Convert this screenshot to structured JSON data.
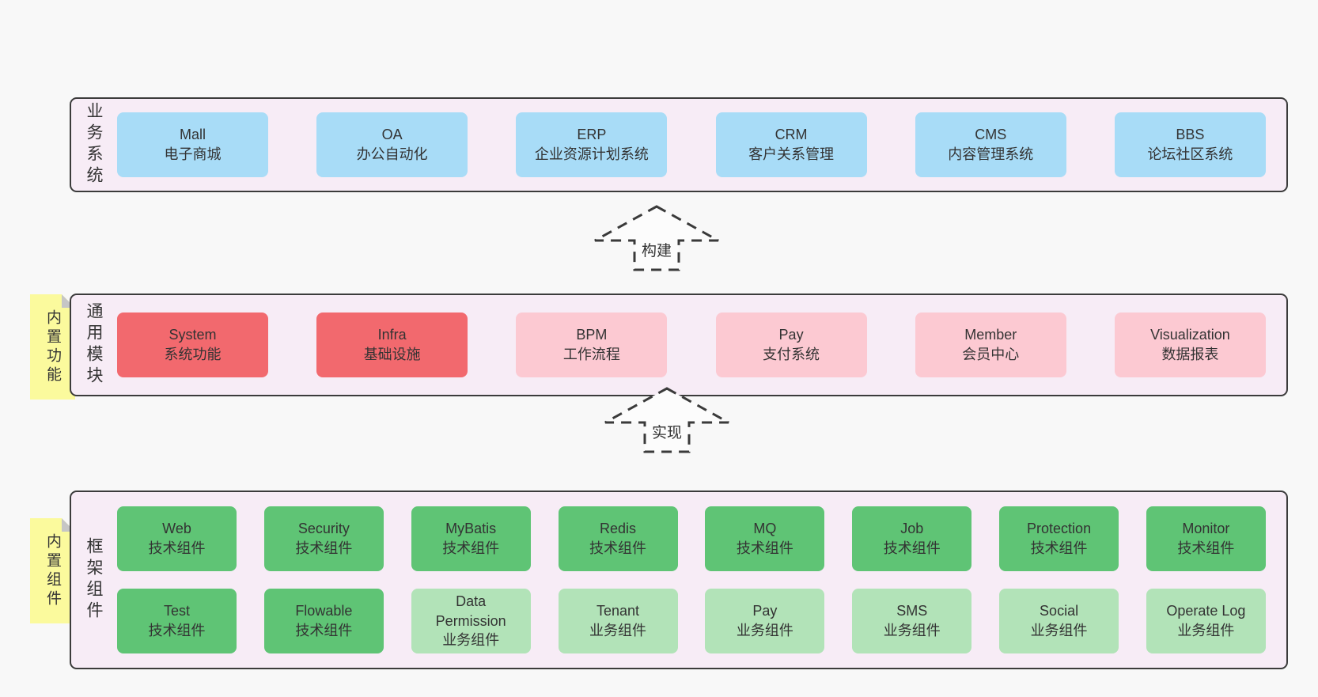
{
  "page": {
    "background": "#f8f8f8"
  },
  "colors": {
    "panel_fill": "#f7ecf6",
    "panel_border": "#3b3b3b",
    "blue": "#a8dcf7",
    "red": "#f2696e",
    "pink": "#fcc9d2",
    "green": "#5fc475",
    "light_green": "#b2e3b8",
    "sticky_yellow": "#fbfa9d",
    "fold_gray": "#c6c6c6",
    "arrow_fill": "#fcfcfc",
    "arrow_stroke": "#3a3a3a"
  },
  "arrows": [
    {
      "label": "构建"
    },
    {
      "label": "实现"
    }
  ],
  "sections": [
    {
      "label": "业务系统",
      "sticky": null,
      "rows": [
        [
          {
            "title": "Mall",
            "subtitle": "电子商城",
            "variant": "blue"
          },
          {
            "title": "OA",
            "subtitle": "办公自动化",
            "variant": "blue"
          },
          {
            "title": "ERP",
            "subtitle": "企业资源计划系统",
            "variant": "blue"
          },
          {
            "title": "CRM",
            "subtitle": "客户关系管理",
            "variant": "blue"
          },
          {
            "title": "CMS",
            "subtitle": "内容管理系统",
            "variant": "blue"
          },
          {
            "title": "BBS",
            "subtitle": "论坛社区系统",
            "variant": "blue"
          }
        ]
      ]
    },
    {
      "label": "通用模块",
      "sticky": "内置功能",
      "rows": [
        [
          {
            "title": "System",
            "subtitle": "系统功能",
            "variant": "red"
          },
          {
            "title": "Infra",
            "subtitle": "基础设施",
            "variant": "red"
          },
          {
            "title": "BPM",
            "subtitle": "工作流程",
            "variant": "pink"
          },
          {
            "title": "Pay",
            "subtitle": "支付系统",
            "variant": "pink"
          },
          {
            "title": "Member",
            "subtitle": "会员中心",
            "variant": "pink"
          },
          {
            "title": "Visualization",
            "subtitle": "数据报表",
            "variant": "pink"
          }
        ]
      ]
    },
    {
      "label": "框架组件",
      "sticky": "内置组件",
      "rows": [
        [
          {
            "title": "Web",
            "subtitle": "技术组件",
            "variant": "green"
          },
          {
            "title": "Security",
            "subtitle": "技术组件",
            "variant": "green"
          },
          {
            "title": "MyBatis",
            "subtitle": "技术组件",
            "variant": "green"
          },
          {
            "title": "Redis",
            "subtitle": "技术组件",
            "variant": "green"
          },
          {
            "title": "MQ",
            "subtitle": "技术组件",
            "variant": "green"
          },
          {
            "title": "Job",
            "subtitle": "技术组件",
            "variant": "green"
          },
          {
            "title": "Protection",
            "subtitle": "技术组件",
            "variant": "green"
          },
          {
            "title": "Monitor",
            "subtitle": "技术组件",
            "variant": "green"
          }
        ],
        [
          {
            "title": "Test",
            "subtitle": "技术组件",
            "variant": "green"
          },
          {
            "title": "Flowable",
            "subtitle": "技术组件",
            "variant": "green"
          },
          {
            "title": "Data Permission",
            "subtitle": "业务组件",
            "variant": "light_green"
          },
          {
            "title": "Tenant",
            "subtitle": "业务组件",
            "variant": "light_green"
          },
          {
            "title": "Pay",
            "subtitle": "业务组件",
            "variant": "light_green"
          },
          {
            "title": "SMS",
            "subtitle": "业务组件",
            "variant": "light_green"
          },
          {
            "title": "Social",
            "subtitle": "业务组件",
            "variant": "light_green"
          },
          {
            "title": "Operate Log",
            "subtitle": "业务组件",
            "variant": "light_green"
          }
        ]
      ]
    }
  ]
}
